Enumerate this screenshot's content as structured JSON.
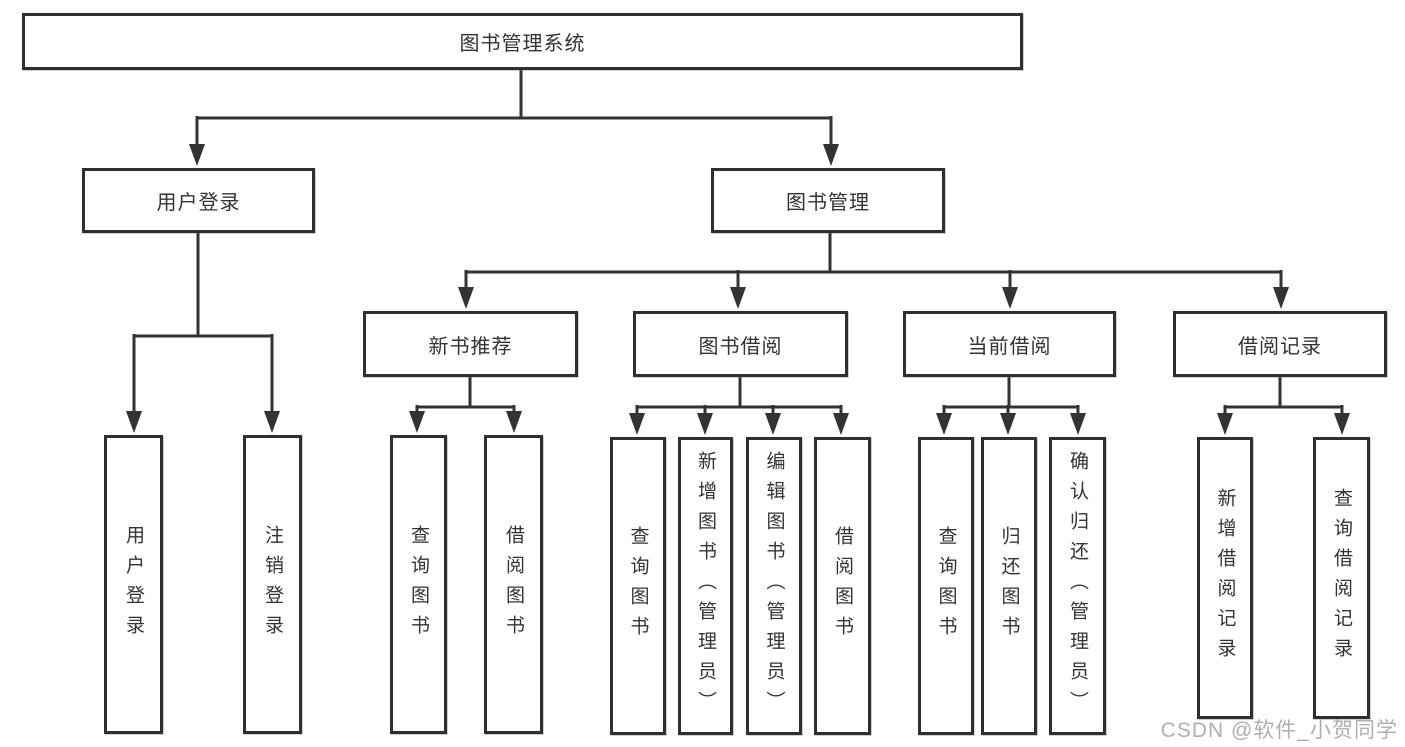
{
  "diagram": {
    "title_node": {
      "label": "图书管理系统"
    },
    "level2": [
      {
        "id": "user-login",
        "label": "用户登录"
      },
      {
        "id": "book-management",
        "label": "图书管理"
      }
    ],
    "level3": [
      {
        "id": "new-book-recommend",
        "label": "新书推荐",
        "parent": "图书管理"
      },
      {
        "id": "book-borrow",
        "label": "图书借阅",
        "parent": "图书管理"
      },
      {
        "id": "current-borrow",
        "label": "当前借阅",
        "parent": "图书管理"
      },
      {
        "id": "borrow-records",
        "label": "借阅记录",
        "parent": "图书管理"
      }
    ],
    "leaves": [
      {
        "label": "用户登录",
        "parent": "用户登录"
      },
      {
        "label": "注销登录",
        "parent": "用户登录"
      },
      {
        "label": "查询图书",
        "parent": "新书推荐"
      },
      {
        "label": "借阅图书",
        "parent": "新书推荐"
      },
      {
        "label": "查询图书",
        "parent": "图书借阅"
      },
      {
        "label": "新增图书（管理员）",
        "parent": "图书借阅"
      },
      {
        "label": "编辑图书（管理员）",
        "parent": "图书借阅"
      },
      {
        "label": "借阅图书",
        "parent": "图书借阅"
      },
      {
        "label": "查询图书",
        "parent": "当前借阅"
      },
      {
        "label": "归还图书",
        "parent": "当前借阅"
      },
      {
        "label": "确认归还（管理员）",
        "parent": "当前借阅"
      },
      {
        "label": "新增借阅记录",
        "parent": "借阅记录"
      },
      {
        "label": "查询借阅记录",
        "parent": "借阅记录"
      }
    ],
    "colors": {
      "line": "#333333",
      "text": "#333333",
      "box_background": "#ffffff",
      "watermark": "#a8a8a8",
      "page_background": "#ffffff"
    }
  },
  "watermark": {
    "text": "CSDN @软件_小贺同学"
  }
}
